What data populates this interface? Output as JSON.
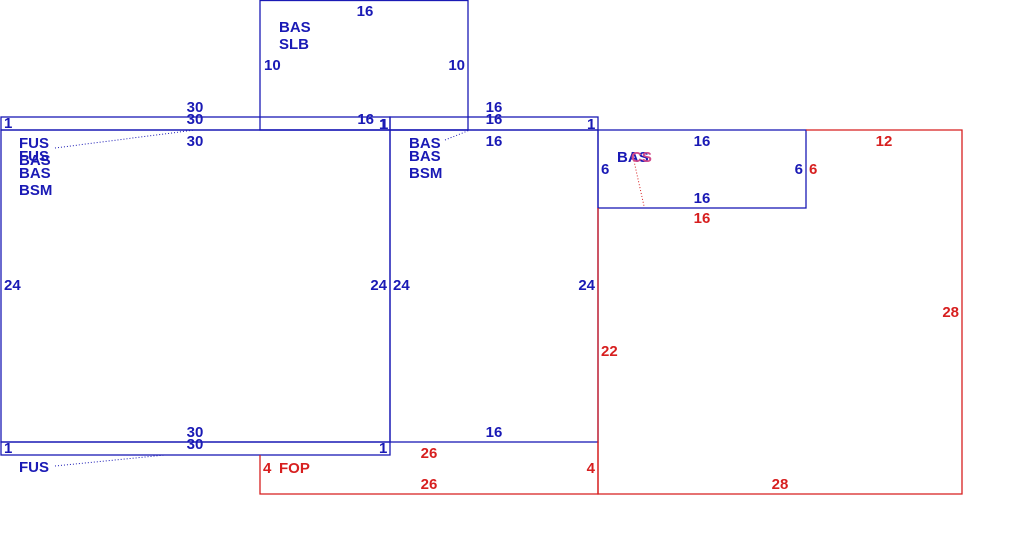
{
  "colors": {
    "blue": "#1a1ab5",
    "red": "#d71f1f",
    "pink": "#d14a8a"
  },
  "labels": {
    "top_box": {
      "top": "16",
      "left": "10",
      "right": "10",
      "bottom_right": "16",
      "codes": [
        "BAS",
        "SLB"
      ]
    },
    "left_block": {
      "top_outer": "30",
      "top_inner": "30",
      "top_under": "30",
      "left": "24",
      "right": "24",
      "bottom_inner": "30",
      "bottom_outer": "30",
      "corner_tl": "1",
      "corner_tr": "1",
      "corner_bl": "1",
      "corner_br": "1",
      "codes": [
        "FUS",
        "FUS",
        "BAS",
        "BAS",
        "BSM"
      ],
      "bottom_code": "FUS"
    },
    "mid_block": {
      "top_outer": "16",
      "top_inner": "16",
      "top_under": "16",
      "left": "24",
      "right": "24",
      "bottom": "16",
      "corner_tl": "1",
      "corner_tr": "1",
      "codes": [
        "BAS",
        "BAS",
        "BSM"
      ]
    },
    "right_small": {
      "top": "16",
      "bottom": "16",
      "left": "6",
      "right": "6",
      "codes": [
        "BAS",
        "CS"
      ]
    },
    "red_right": {
      "top": "12",
      "right": "28",
      "left_side": "6",
      "under_small": "16",
      "left": "22",
      "bottom": "28"
    },
    "red_bottom": {
      "top": "26",
      "bottom": "26",
      "left": "4",
      "right": "4",
      "code": "FOP"
    }
  }
}
